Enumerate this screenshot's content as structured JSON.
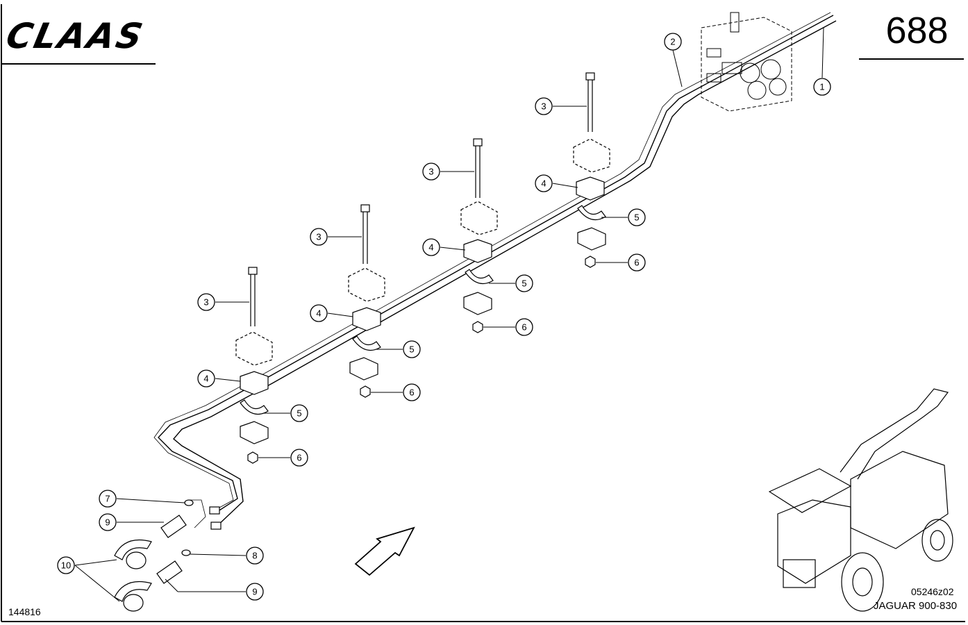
{
  "header": {
    "logo_text": "CLAAS",
    "page_number": "688"
  },
  "footer": {
    "drawing_id": "144816",
    "figure_code": "05246z02",
    "model": "JAGUAR 900-830"
  },
  "diagram": {
    "callouts": [
      {
        "label": "1"
      },
      {
        "label": "2"
      },
      {
        "label": "3"
      },
      {
        "label": "3"
      },
      {
        "label": "3"
      },
      {
        "label": "3"
      },
      {
        "label": "4"
      },
      {
        "label": "4"
      },
      {
        "label": "4"
      },
      {
        "label": "4"
      },
      {
        "label": "5"
      },
      {
        "label": "5"
      },
      {
        "label": "5"
      },
      {
        "label": "5"
      },
      {
        "label": "6"
      },
      {
        "label": "6"
      },
      {
        "label": "6"
      },
      {
        "label": "6"
      },
      {
        "label": "7"
      },
      {
        "label": "8"
      },
      {
        "label": "9"
      },
      {
        "label": "9"
      },
      {
        "label": "10"
      }
    ],
    "icons": [
      "direction-arrow-icon",
      "harvester-icon",
      "valve-block-icon"
    ],
    "colors": {
      "ink": "#000000",
      "paper": "#ffffff"
    }
  }
}
